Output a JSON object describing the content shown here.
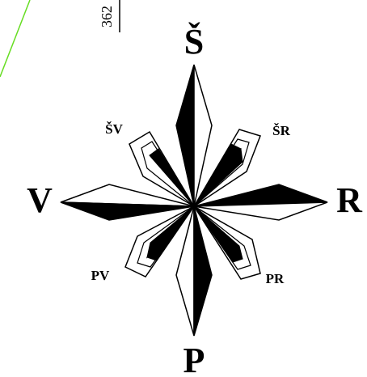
{
  "compass": {
    "north": "Š",
    "south": "P",
    "west": "V",
    "east": "R",
    "northwest": "ŠV",
    "northeast": "ŠR",
    "southwest": "PV",
    "southeast": "PR"
  },
  "corner_number": "362",
  "colors": {
    "ink": "#000000",
    "paper": "#ffffff",
    "guide_line": "#66dd22"
  }
}
